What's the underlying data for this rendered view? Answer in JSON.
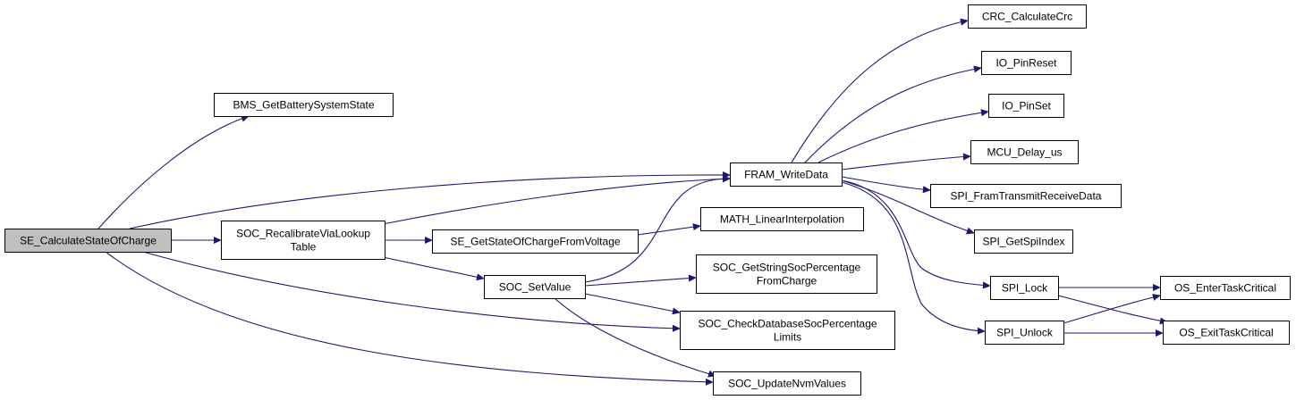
{
  "colors": {
    "edge": "#191970",
    "node_fill": "#ffffff",
    "root_fill": "#bfbfbf",
    "border": "#000000"
  },
  "nodes": [
    {
      "id": "root",
      "lines": [
        "SE_CalculateStateOfCharge"
      ],
      "root": true
    },
    {
      "id": "bms",
      "lines": [
        "BMS_GetBatterySystemState"
      ]
    },
    {
      "id": "fram",
      "lines": [
        "FRAM_WriteData"
      ]
    },
    {
      "id": "recal",
      "lines": [
        "SOC_RecalibrateViaLookup",
        "Table"
      ]
    },
    {
      "id": "getsoc",
      "lines": [
        "SE_GetStateOfChargeFromVoltage"
      ]
    },
    {
      "id": "math",
      "lines": [
        "MATH_LinearInterpolation"
      ]
    },
    {
      "id": "setval",
      "lines": [
        "SOC_SetValue"
      ]
    },
    {
      "id": "getstr",
      "lines": [
        "SOC_GetStringSocPercentage",
        "FromCharge"
      ]
    },
    {
      "id": "checkdb",
      "lines": [
        "SOC_CheckDatabaseSocPercentage",
        "Limits"
      ]
    },
    {
      "id": "nvm",
      "lines": [
        "SOC_UpdateNvmValues"
      ]
    },
    {
      "id": "crc",
      "lines": [
        "CRC_CalculateCrc"
      ]
    },
    {
      "id": "pinreset",
      "lines": [
        "IO_PinReset"
      ]
    },
    {
      "id": "pinset",
      "lines": [
        "IO_PinSet"
      ]
    },
    {
      "id": "delay",
      "lines": [
        "MCU_Delay_us"
      ]
    },
    {
      "id": "spitx",
      "lines": [
        "SPI_FramTransmitReceiveData"
      ]
    },
    {
      "id": "spiidx",
      "lines": [
        "SPI_GetSpiIndex"
      ]
    },
    {
      "id": "spilock",
      "lines": [
        "SPI_Lock"
      ]
    },
    {
      "id": "spiunlock",
      "lines": [
        "SPI_Unlock"
      ]
    },
    {
      "id": "osenter",
      "lines": [
        "OS_EnterTaskCritical"
      ]
    },
    {
      "id": "osexit",
      "lines": [
        "OS_ExitTaskCritical"
      ]
    }
  ],
  "edges": [
    [
      "root",
      "bms"
    ],
    [
      "root",
      "fram"
    ],
    [
      "root",
      "recal"
    ],
    [
      "root",
      "checkdb"
    ],
    [
      "root",
      "nvm"
    ],
    [
      "recal",
      "fram"
    ],
    [
      "recal",
      "getsoc"
    ],
    [
      "recal",
      "setval"
    ],
    [
      "getsoc",
      "math"
    ],
    [
      "setval",
      "fram"
    ],
    [
      "setval",
      "getstr"
    ],
    [
      "setval",
      "checkdb"
    ],
    [
      "setval",
      "nvm"
    ],
    [
      "fram",
      "crc"
    ],
    [
      "fram",
      "pinreset"
    ],
    [
      "fram",
      "pinset"
    ],
    [
      "fram",
      "delay"
    ],
    [
      "fram",
      "spitx"
    ],
    [
      "fram",
      "spiidx"
    ],
    [
      "fram",
      "spilock"
    ],
    [
      "fram",
      "spiunlock"
    ],
    [
      "spilock",
      "osenter"
    ],
    [
      "spilock",
      "osexit"
    ],
    [
      "spiunlock",
      "osenter"
    ],
    [
      "spiunlock",
      "osexit"
    ]
  ]
}
